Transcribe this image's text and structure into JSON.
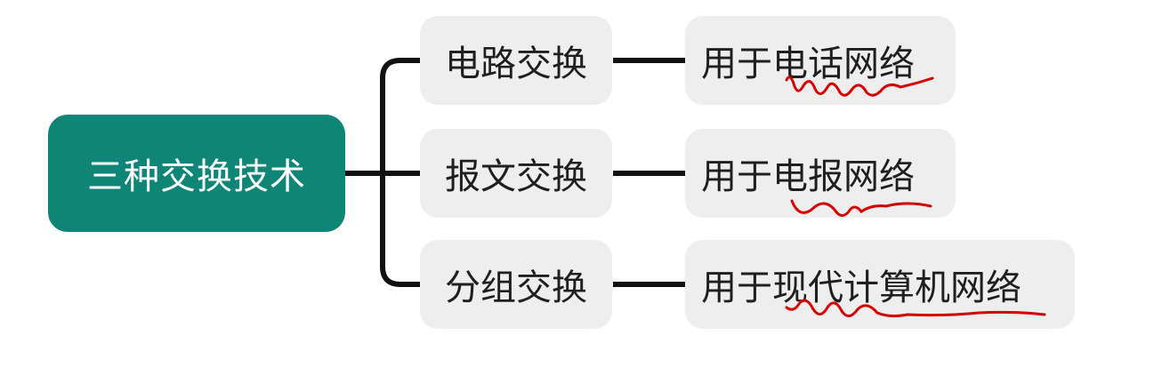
{
  "root": {
    "label": "三种交换技术",
    "color": "#0e8577"
  },
  "branches": [
    {
      "label": "电路交换",
      "detail": "用于电话网络"
    },
    {
      "label": "报文交换",
      "detail": "用于电报网络"
    },
    {
      "label": "分组交换",
      "detail": "用于现代计算机网络"
    }
  ],
  "colors": {
    "node_fill": "#eeeeef",
    "connector": "#111111",
    "annotation": "#d40000"
  }
}
